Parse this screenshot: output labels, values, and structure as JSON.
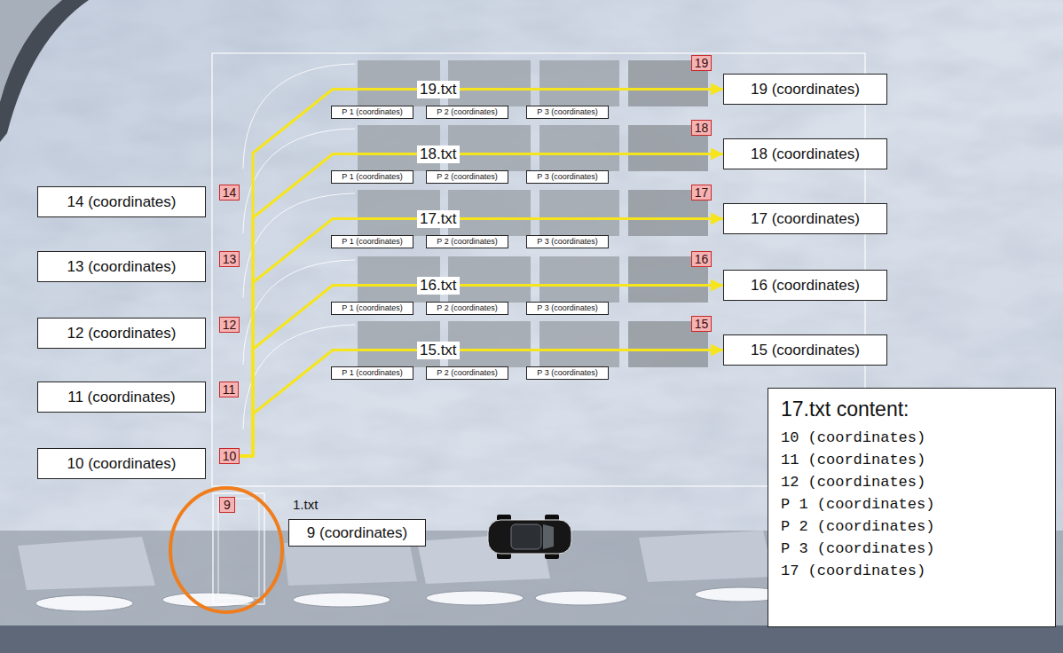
{
  "diagram": {
    "nodes": [
      {
        "text": [
          "14 (coordinates)"
        ]
      },
      {
        "text": [
          "13 (coordinates)"
        ]
      },
      {
        "text": [
          "12 (coordinates)"
        ]
      },
      {
        "text": [
          "11 (coordinates)"
        ]
      },
      {
        "text": [
          "10 (coordinates)"
        ]
      },
      {
        "text": [
          "14"
        ]
      },
      {
        "text": [
          "13"
        ]
      },
      {
        "text": [
          "12"
        ]
      },
      {
        "text": [
          "11"
        ]
      },
      {
        "text": [
          "10"
        ]
      },
      {
        "text": [
          "9"
        ]
      },
      {
        "text": [
          "19"
        ]
      },
      {
        "text": [
          "18"
        ]
      },
      {
        "text": [
          "17"
        ]
      },
      {
        "text": [
          "16"
        ]
      },
      {
        "text": [
          "15"
        ]
      },
      {
        "text": [
          "19 (coordinates)"
        ]
      },
      {
        "text": [
          "18 (coordinates)"
        ]
      },
      {
        "text": [
          "17 (coordinates)"
        ]
      },
      {
        "text": [
          "16 (coordinates)"
        ]
      },
      {
        "text": [
          "15 (coordinates)"
        ]
      },
      {
        "text": [
          "P 1 (coordinates)"
        ]
      },
      {
        "text": [
          "P 2 (coordinates)"
        ]
      },
      {
        "text": [
          "P 3 (coordinates)"
        ]
      },
      {
        "text": [
          "P 1 (coordinates)"
        ]
      },
      {
        "text": [
          "P 2 (coordinates)"
        ]
      },
      {
        "text": [
          "P 3 (coordinates)"
        ]
      },
      {
        "text": [
          "P 1 (coordinates)"
        ]
      },
      {
        "text": [
          "P 2 (coordinates)"
        ]
      },
      {
        "text": [
          "P 3 (coordinates)"
        ]
      },
      {
        "text": [
          "P 1 (coordinates)"
        ]
      },
      {
        "text": [
          "P 2 (coordinates)"
        ]
      },
      {
        "text": [
          "P 3 (coordinates)"
        ]
      },
      {
        "text": [
          "P 1 (coordinates)"
        ]
      },
      {
        "text": [
          "P 2 (coordinates)"
        ]
      },
      {
        "text": [
          "P 3 (coordinates)"
        ]
      },
      {
        "text": [
          "9 (coordinates)"
        ]
      },
      {
        "text": [
          "17.txt content:",
          "10 (coordinates)",
          "11 (coordinates)",
          "12 (coordinates)",
          "P 1 (coordinates)",
          "P 2 (coordinates)",
          "P 3 (coordinates)",
          "17 (coordinates)"
        ]
      }
    ],
    "edges": [
      {
        "from": 9,
        "to": 16,
        "label": "19.txt",
        "arrow": "to"
      },
      {
        "from": 9,
        "to": 17,
        "label": "18.txt",
        "arrow": "to"
      },
      {
        "from": 9,
        "to": 18,
        "label": "17.txt",
        "arrow": "to"
      },
      {
        "from": 9,
        "to": 19,
        "label": "16.txt",
        "arrow": "to"
      },
      {
        "from": 9,
        "to": 20,
        "label": "15.txt",
        "arrow": "to"
      }
    ],
    "labels": [
      "1.txt"
    ]
  }
}
